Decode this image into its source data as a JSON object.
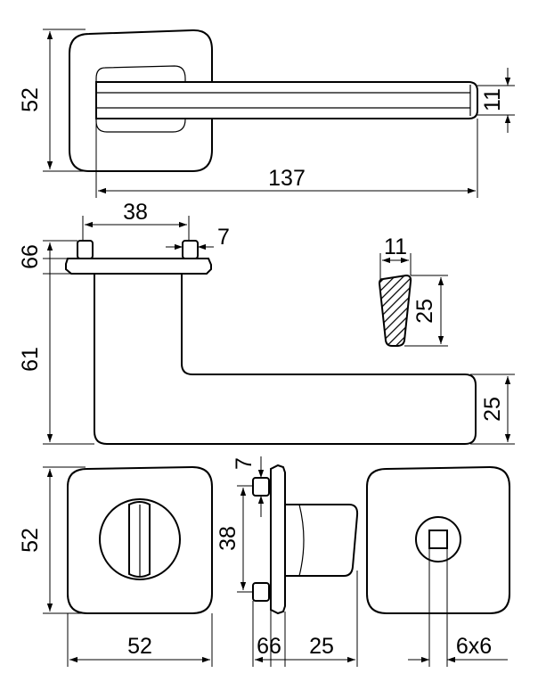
{
  "dimensions": {
    "rose_height_top": "52",
    "lever_thickness_top": "11",
    "lever_length": "137",
    "pin_spacing": "38",
    "pin_width_top": "7",
    "thickness_stack_left": "66",
    "lever_height": "61",
    "section_width": "11",
    "section_height": "25",
    "lever_grip_height": "25",
    "escutcheon_height": "52",
    "escutcheon_width": "52",
    "pin_width_side": "7",
    "pin_spacing_side": "38",
    "thickness_stack_bottom": "66",
    "knob_depth": "25",
    "square_spindle": "6x6"
  },
  "colors": {
    "line": "#000000",
    "background": "#ffffff"
  }
}
